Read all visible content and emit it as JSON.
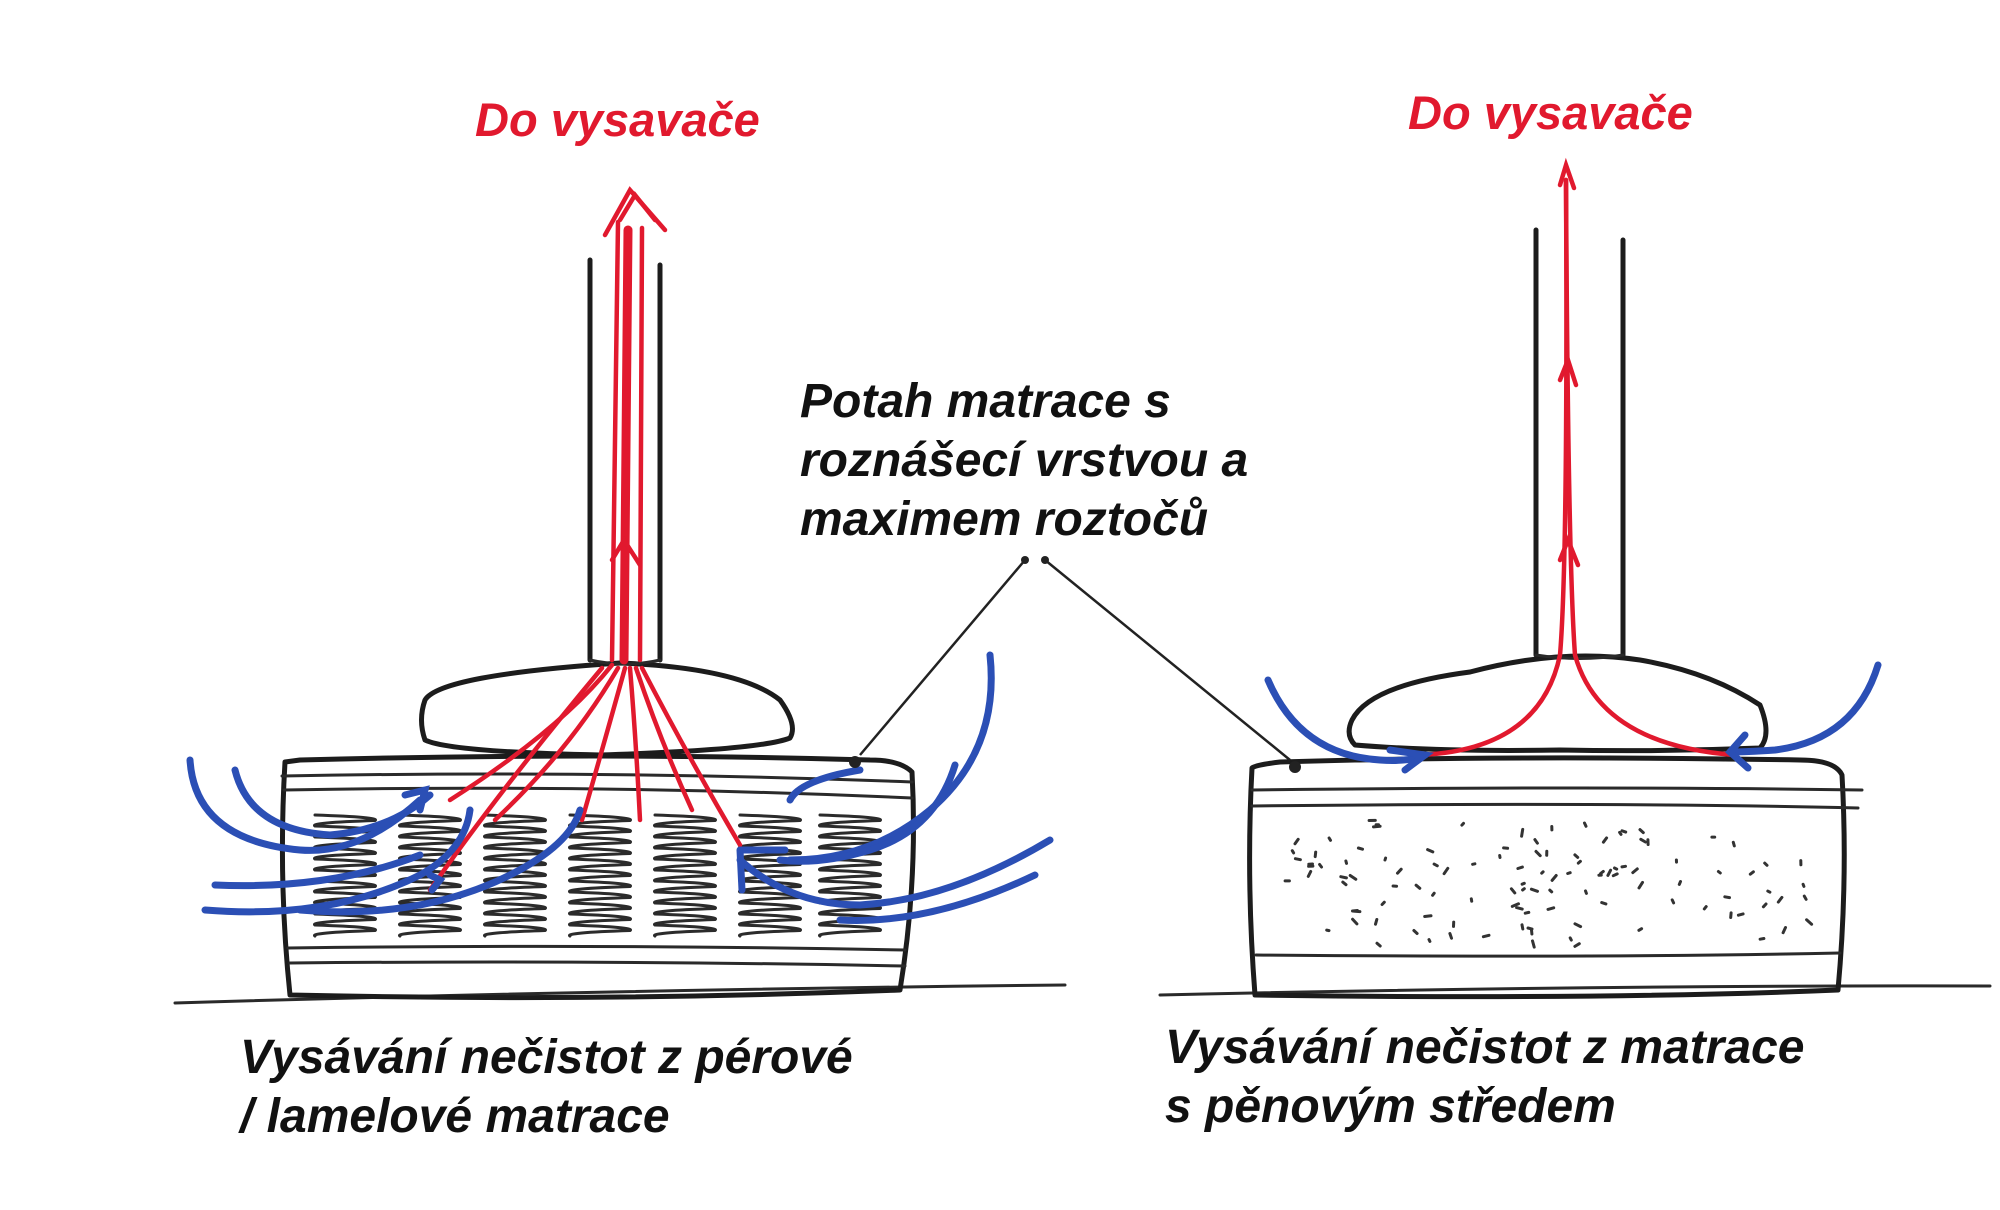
{
  "labels": {
    "left_top": "Do vysavače",
    "right_top": "Do vysavače",
    "callout": [
      "Potah matrace s",
      "roznášecí vrstvou a",
      "maximem roztočů"
    ],
    "left_caption": [
      "Vysávání nečistot z pérové",
      "/ lamelové matrace"
    ],
    "right_caption": [
      "Vysávání nečistot z matrace",
      "s pěnovým středem"
    ]
  },
  "colors": {
    "suction_flow": "#e1192e",
    "air_flow": "#2b4fb5",
    "outline": "#1c1c1c"
  }
}
